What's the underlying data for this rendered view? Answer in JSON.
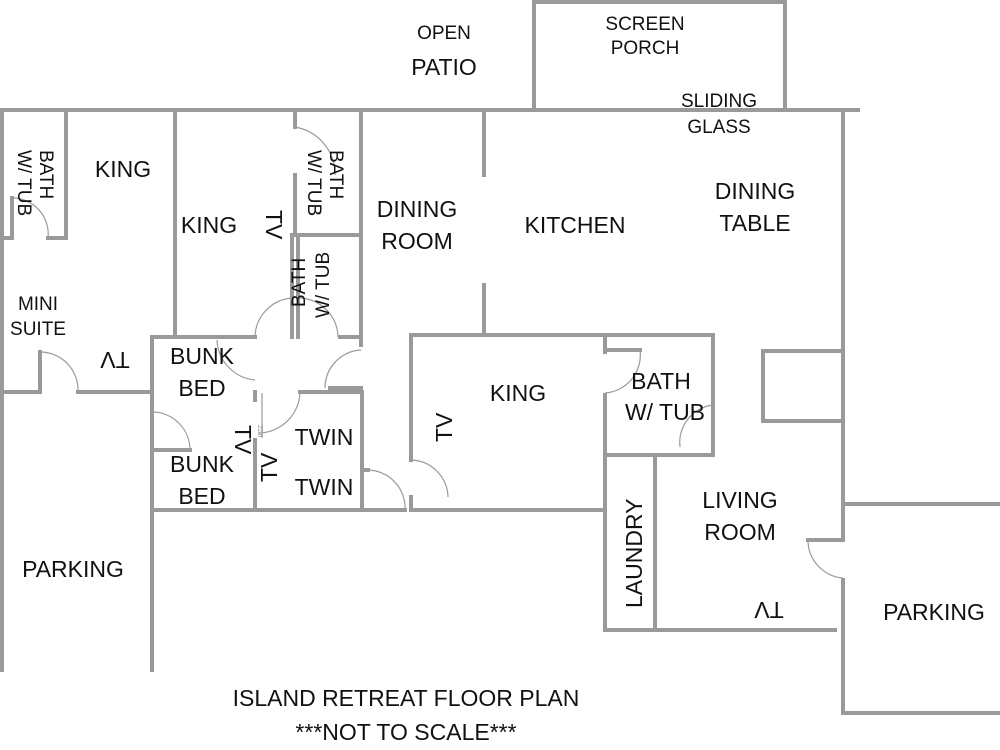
{
  "title": "ISLAND RETREAT FLOOR PLAN",
  "subtitle": "***NOT TO SCALE***",
  "colors": {
    "wall": "#9a9a9a",
    "text": "#111111",
    "background": "#ffffff"
  },
  "rooms": {
    "open_patio": [
      "OPEN",
      "PATIO"
    ],
    "screen_porch": [
      "SCREEN",
      "PORCH"
    ],
    "sliding_glass": [
      "SLIDING",
      "GLASS"
    ],
    "bath_left": [
      "BATH",
      "W/ TUB"
    ],
    "king_left": "KING",
    "king_middle": "KING",
    "tv_king_middle": "TV",
    "bath_upper": [
      "BATH",
      "W/ TUB"
    ],
    "bath_lower": [
      "BATH",
      "W/ TUB"
    ],
    "dining_room": [
      "DINING",
      "ROOM"
    ],
    "kitchen": "KITCHEN",
    "dining_table": [
      "DINING",
      "TABLE"
    ],
    "mini_suite": [
      "MINI",
      "SUITE"
    ],
    "tv_mini_suite": "TV",
    "bunk_bed_1": [
      "BUNK",
      "BED"
    ],
    "bunk_bed_2": [
      "BUNK",
      "BED"
    ],
    "tv_bunk": "TV",
    "tv_twin": "TV",
    "twin_1": "TWIN",
    "twin_2": "TWIN",
    "king_center": "KING",
    "tv_king_center": "TV",
    "bath_center": [
      "BATH",
      "W/ TUB"
    ],
    "laundry": "LAUNDRY",
    "living_room": [
      "LIVING",
      "ROOM"
    ],
    "tv_living": "TV",
    "parking_left": "PARKING",
    "parking_right": "PARKING"
  }
}
